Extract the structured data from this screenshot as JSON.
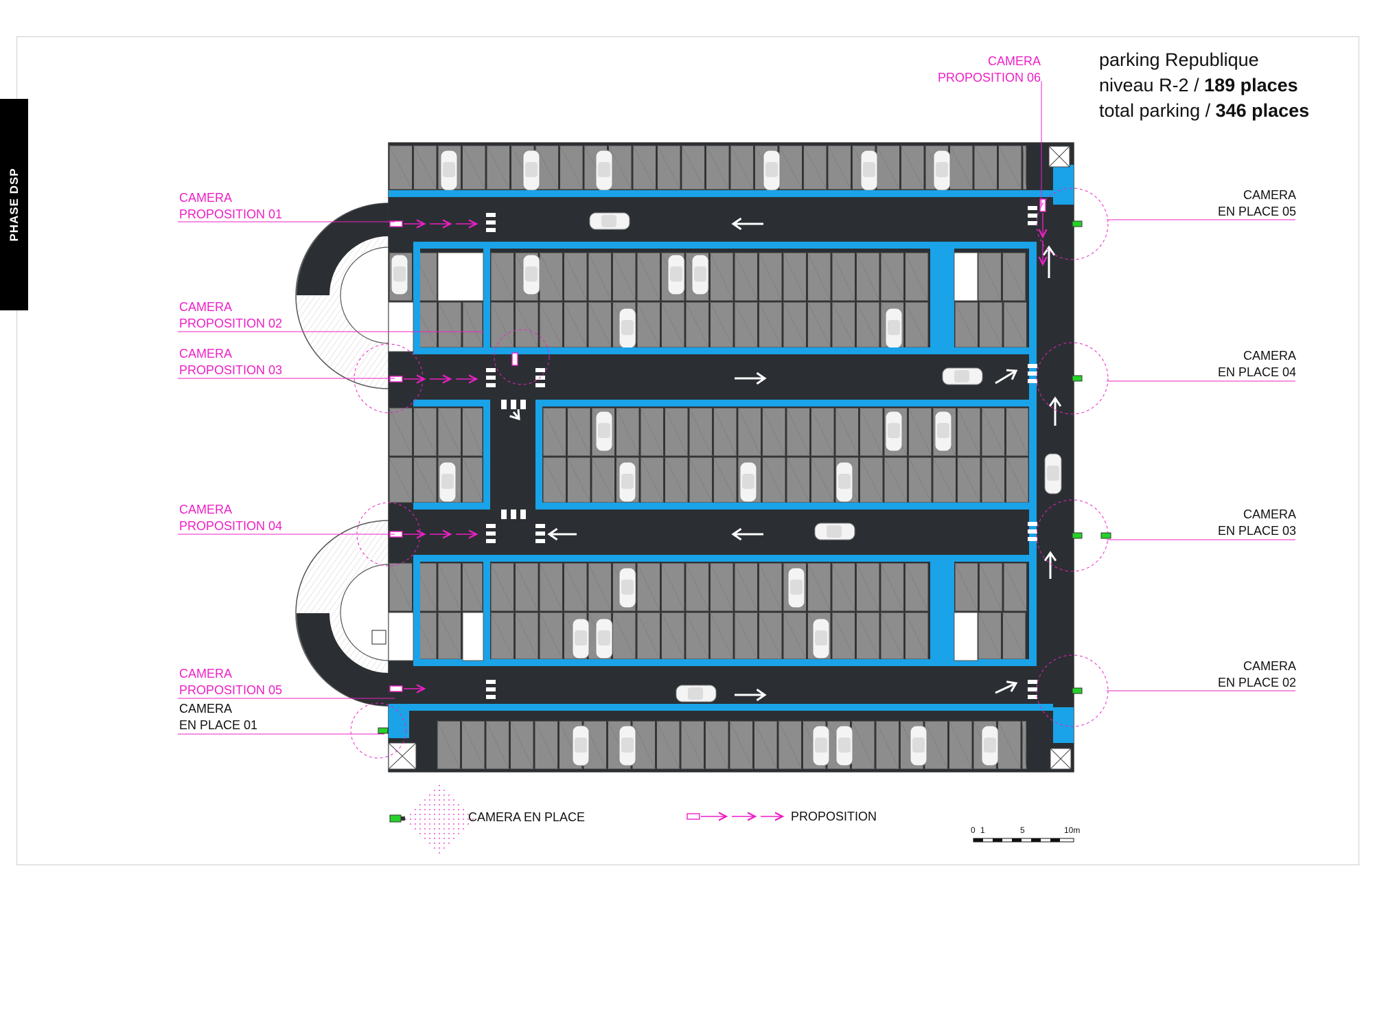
{
  "side_tab": "PHASE DSP",
  "title": {
    "line1": "parking Republique",
    "line2_prefix": "niveau R-2 / ",
    "line2_bold": "189 places",
    "line3_prefix": "total parking / ",
    "line3_bold": "346 places"
  },
  "labels": {
    "prop01": [
      "CAMERA",
      "PROPOSITION 01"
    ],
    "prop02": [
      "CAMERA",
      "PROPOSITION 02"
    ],
    "prop03": [
      "CAMERA",
      "PROPOSITION 03"
    ],
    "prop04": [
      "CAMERA",
      "PROPOSITION 04"
    ],
    "prop05": [
      "CAMERA",
      "PROPOSITION 05"
    ],
    "prop06": [
      "CAMERA",
      "PROPOSITION 06"
    ],
    "place01": [
      "CAMERA",
      "EN PLACE 01"
    ],
    "place02": [
      "CAMERA",
      "EN PLACE 02"
    ],
    "place03": [
      "CAMERA",
      "EN PLACE 03"
    ],
    "place04": [
      "CAMERA",
      "EN PLACE 04"
    ],
    "place05": [
      "CAMERA",
      "EN PLACE 05"
    ]
  },
  "legend": {
    "camera_en_place": "CAMERA EN PLACE",
    "proposition": "PROPOSITION"
  },
  "scale": {
    "t0": "0",
    "t1": "1",
    "t5": "5",
    "t10": "10m"
  },
  "colors": {
    "magenta": "#ee1fc6",
    "blue": "#1aa3e8",
    "asphalt": "#2b2f33",
    "stall": "#8d8d8d",
    "camera_green": "#25d12a"
  }
}
